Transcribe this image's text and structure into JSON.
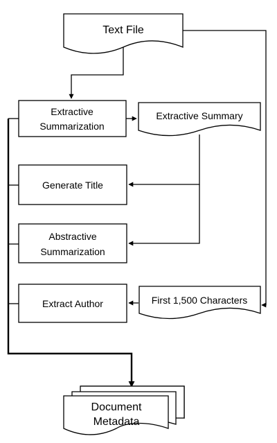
{
  "nodes": {
    "text_file": "Text File",
    "extractive_summarization": {
      "line1": "Extractive",
      "line2": "Summarization"
    },
    "extractive_summary": "Extractive Summary",
    "generate_title": "Generate Title",
    "abstractive_summarization": {
      "line1": "Abstractive",
      "line2": "Summarization"
    },
    "extract_author": "Extract Author",
    "first_chars": "First 1,500 Characters",
    "document_metadata": {
      "line1": "Document",
      "line2": "Metadata"
    }
  }
}
